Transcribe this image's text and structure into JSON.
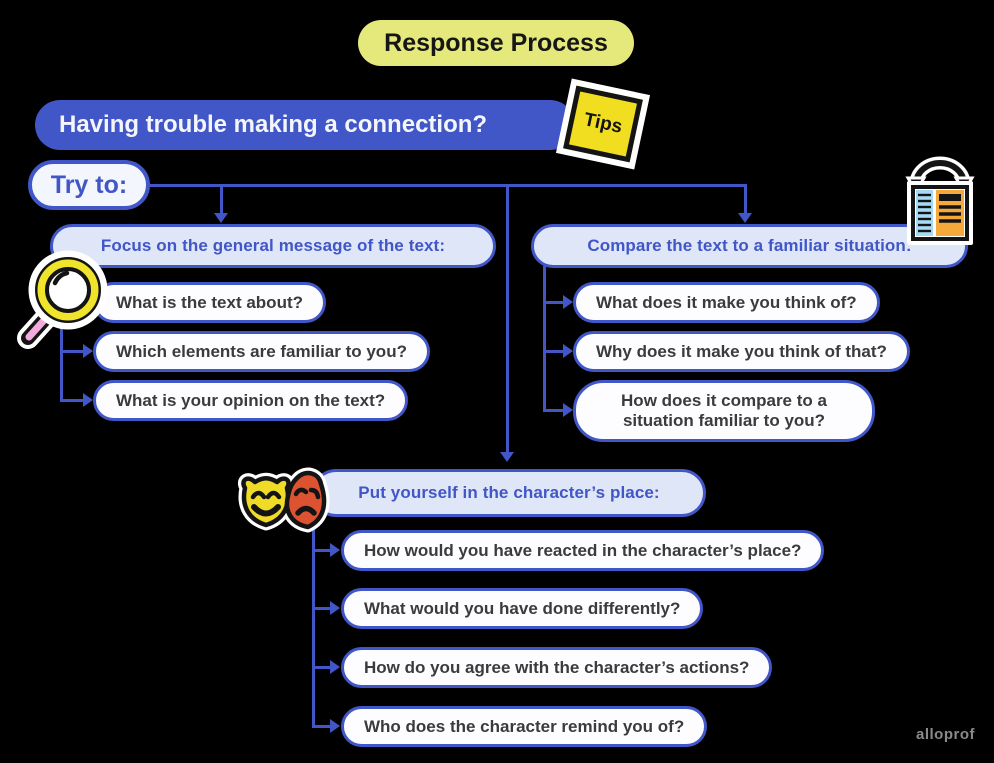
{
  "title": "Response Process",
  "banner": {
    "text": "Having trouble making a connection?",
    "tips_label": "Tips"
  },
  "try_to": "Try to:",
  "branches": [
    {
      "header": "Focus on the general message of the text:",
      "items": [
        "What is the text about?",
        "Which elements are familiar to you?",
        "What is your opinion on the text?"
      ]
    },
    {
      "header": "Compare the text to a familiar situation:",
      "items": [
        "What does it make you think of?",
        "Why does it make you think of that?",
        "How does it compare to a situation familiar to you?"
      ]
    },
    {
      "header": "Put yourself in the character’s place:",
      "items": [
        "How would you have reacted in the character’s place?",
        "What would you have done differently?",
        "How do you agree with the character’s actions?",
        "Who does the character remind you of?"
      ]
    }
  ],
  "icons": [
    "magnifying-glass-icon",
    "compare-texts-icon",
    "theater-masks-icon"
  ],
  "watermark": "alloprof",
  "colors": {
    "accent_blue": "#4156C7",
    "header_fill": "#DEE6F8",
    "white_pill_fill": "#FDFDFF",
    "pill_text_dark": "#3B3B3B",
    "title_fill": "#E5E97B",
    "tips_yellow": "#F1DE20",
    "mask_yellow": "#F0DC26",
    "mask_red": "#DD5230",
    "page_blue": "#A5D9F5",
    "page_orange": "#F5A93B",
    "handle_pink": "#F2ABDC",
    "watermark_gray": "#8A8A8A"
  }
}
